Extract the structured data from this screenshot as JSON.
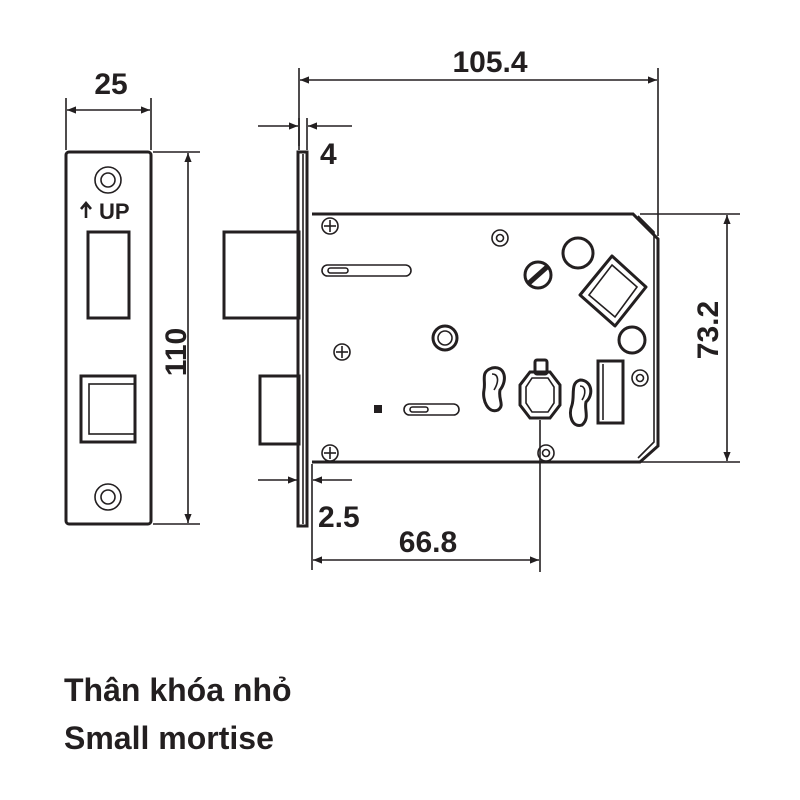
{
  "dimensions": {
    "faceplate_width": "25",
    "faceplate_height": "110",
    "overall_width": "105.4",
    "faceplate_thickness": "4",
    "body_height": "73.2",
    "offset": "2.5",
    "backset": "66.8"
  },
  "faceplate": {
    "up_marker": "UP"
  },
  "caption": {
    "vietnamese": "Thân khóa nhỏ",
    "english": "Small mortise"
  },
  "colors": {
    "line": "#231f20",
    "background": "#ffffff"
  }
}
